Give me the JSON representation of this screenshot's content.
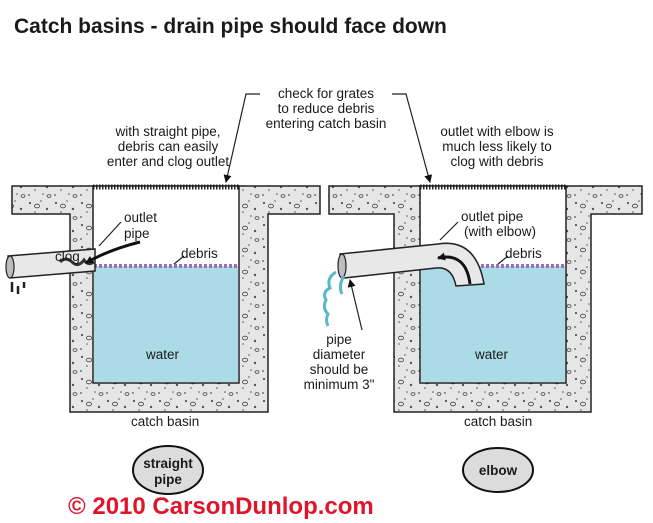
{
  "title": "Catch basins - drain pipe should face down",
  "callouts": {
    "grates": [
      "check for grates",
      "to reduce debris",
      "entering catch basin"
    ],
    "straight_note": [
      "with straight pipe,",
      "debris can easily",
      "enter and clog outlet"
    ],
    "elbow_note": [
      "outlet with elbow is",
      "much less likely to",
      "clog with debris"
    ],
    "pipe_diameter": [
      "pipe",
      "diameter",
      "should be",
      "minimum 3\""
    ]
  },
  "left_basin": {
    "outlet_label": [
      "outlet",
      "pipe"
    ],
    "clog_label": "clog",
    "debris_label": "debris",
    "water_label": "water",
    "caption": "catch basin",
    "oval_label": [
      "straight",
      "pipe"
    ]
  },
  "right_basin": {
    "outlet_label": [
      "outlet pipe",
      "(with elbow)"
    ],
    "debris_label": "debris",
    "water_label": "water",
    "caption": "catch basin",
    "oval_label": "elbow"
  },
  "copyright": "© 2010 CarsonDunlop.com",
  "colors": {
    "water": "#aadbe6",
    "concrete": "#e6e6e6",
    "pipe": "#e8e8e8",
    "copyright": "#e0142a"
  }
}
